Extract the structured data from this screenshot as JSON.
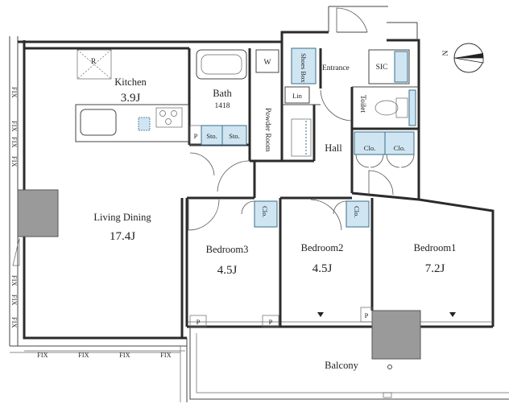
{
  "rooms": {
    "kitchen": {
      "name": "Kitchen",
      "area": "3.9J"
    },
    "living_dining": {
      "name": "Living Dining",
      "area": "17.4J"
    },
    "bath": {
      "name": "Bath",
      "size": "1418"
    },
    "powder_room": {
      "name": "Powder Room"
    },
    "entrance": {
      "name": "Entrance"
    },
    "hall": {
      "name": "Hall"
    },
    "toilet": {
      "name": "Toilet"
    },
    "bedroom1": {
      "name": "Bedroom1",
      "area": "7.2J"
    },
    "bedroom2": {
      "name": "Bedroom2",
      "area": "4.5J"
    },
    "bedroom3": {
      "name": "Bedroom3",
      "area": "4.5J"
    },
    "balcony": {
      "name": "Balcony"
    }
  },
  "labels": {
    "refrigerator": "R",
    "washer": "W",
    "shoes_box": "Shoes Box",
    "sic": "SIC",
    "linen": "Lin",
    "storage": "Sto.",
    "closet": "Clo.",
    "pipe_space": "P",
    "fix": "FIX"
  },
  "colors": {
    "wall": "#2b2b2b",
    "storage_fill": "#cfe6f2",
    "storage_stroke": "#3a6e8a",
    "shaft_fill": "#9a9a9a"
  }
}
